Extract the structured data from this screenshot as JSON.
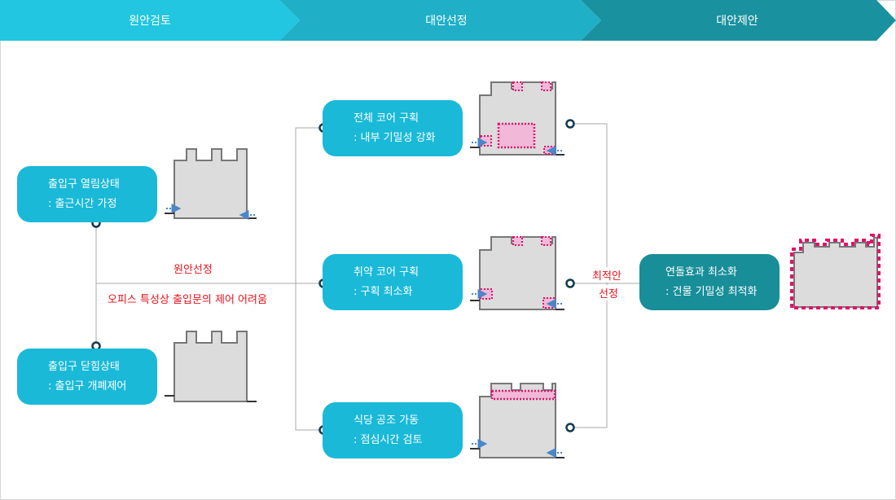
{
  "header": {
    "steps": [
      {
        "label": "원안검토",
        "color": "#22c6e0"
      },
      {
        "label": "대안선정",
        "color": "#1fb0c8"
      },
      {
        "label": "대안제안",
        "color": "#1a919e"
      }
    ]
  },
  "colors": {
    "box_cyan": "#1ab9d8",
    "box_teal": "#188e99",
    "line": "#aaaaaa",
    "connector_dot": "#123b4e",
    "red_text": "#e8121b",
    "floor_fill": "#dcdcdc",
    "highlight": "#e3126a",
    "arrow": "#4a86c8"
  },
  "nodes": {
    "entrance_open": {
      "line1": "출입구 열림상태",
      "line2": ": 출근시간 가정"
    },
    "entrance_closed": {
      "line1": "출입구 닫힘상태",
      "line2": ": 출입구 개폐제어"
    },
    "alt_full_core": {
      "line1": "전체 코어 구획",
      "line2": ": 내부 기밀성 강화"
    },
    "alt_weak_core": {
      "line1": "취약 코어 구획",
      "line2": ": 구획 최소화"
    },
    "alt_cafeteria": {
      "line1": "식당 공조 가동",
      "line2": ": 점심시간 검토"
    },
    "final": {
      "line1": "연돌효과 최소화",
      "line2": ": 건물 기밀성 최적화"
    }
  },
  "labels": {
    "original_selection": "원안선정",
    "original_reason": "오피스 특성상 출입문의 제어 어려움",
    "optimal_line1": "최적안",
    "optimal_line2": "선정"
  }
}
